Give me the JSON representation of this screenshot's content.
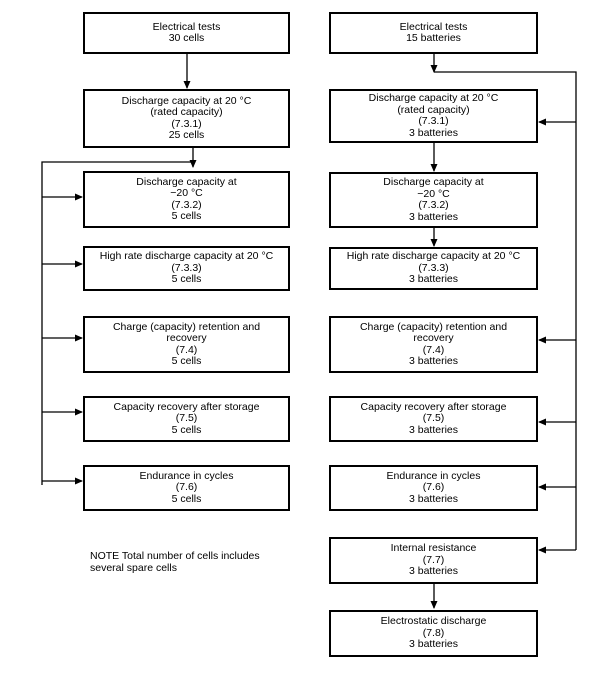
{
  "left": {
    "boxes": [
      {
        "lines": [
          "Electrical tests",
          "30 cells"
        ]
      },
      {
        "lines": [
          "Discharge capacity at 20 °C",
          "(rated capacity)",
          "(7.3.1)",
          "25 cells"
        ]
      },
      {
        "lines": [
          "Discharge capacity at",
          "−20 °C",
          "(7.3.2)",
          "5 cells"
        ]
      },
      {
        "lines": [
          "High rate discharge capacity at 20 °C",
          "(7.3.3)",
          "5 cells"
        ]
      },
      {
        "lines": [
          "Charge (capacity) retention and",
          "recovery",
          "(7.4)",
          "5 cells"
        ]
      },
      {
        "lines": [
          "Capacity recovery after storage",
          "(7.5)",
          "5 cells"
        ]
      },
      {
        "lines": [
          "Endurance in cycles",
          "(7.6)",
          "5 cells"
        ]
      }
    ]
  },
  "right": {
    "boxes": [
      {
        "lines": [
          "Electrical tests",
          "15 batteries"
        ]
      },
      {
        "lines": [
          "Discharge capacity at 20 °C",
          "(rated capacity)",
          "(7.3.1)",
          "3 batteries"
        ]
      },
      {
        "lines": [
          "Discharge capacity at",
          "−20 °C",
          "(7.3.2)",
          "3 batteries"
        ]
      },
      {
        "lines": [
          "High rate discharge capacity at 20 °C",
          "(7.3.3)",
          "3 batteries"
        ]
      },
      {
        "lines": [
          "Charge (capacity) retention and",
          "recovery",
          "(7.4)",
          "3 batteries"
        ]
      },
      {
        "lines": [
          "Capacity recovery after storage",
          "(7.5)",
          "3 batteries"
        ]
      },
      {
        "lines": [
          "Endurance in cycles",
          "(7.6)",
          "3 batteries"
        ]
      },
      {
        "lines": [
          "Internal resistance",
          "(7.7)",
          "3 batteries"
        ]
      },
      {
        "lines": [
          "Electrostatic discharge",
          "(7.8)",
          "3 batteries"
        ]
      }
    ]
  },
  "note": {
    "line1": "NOTE   Total number of cells includes",
    "line2": "several spare cells"
  }
}
